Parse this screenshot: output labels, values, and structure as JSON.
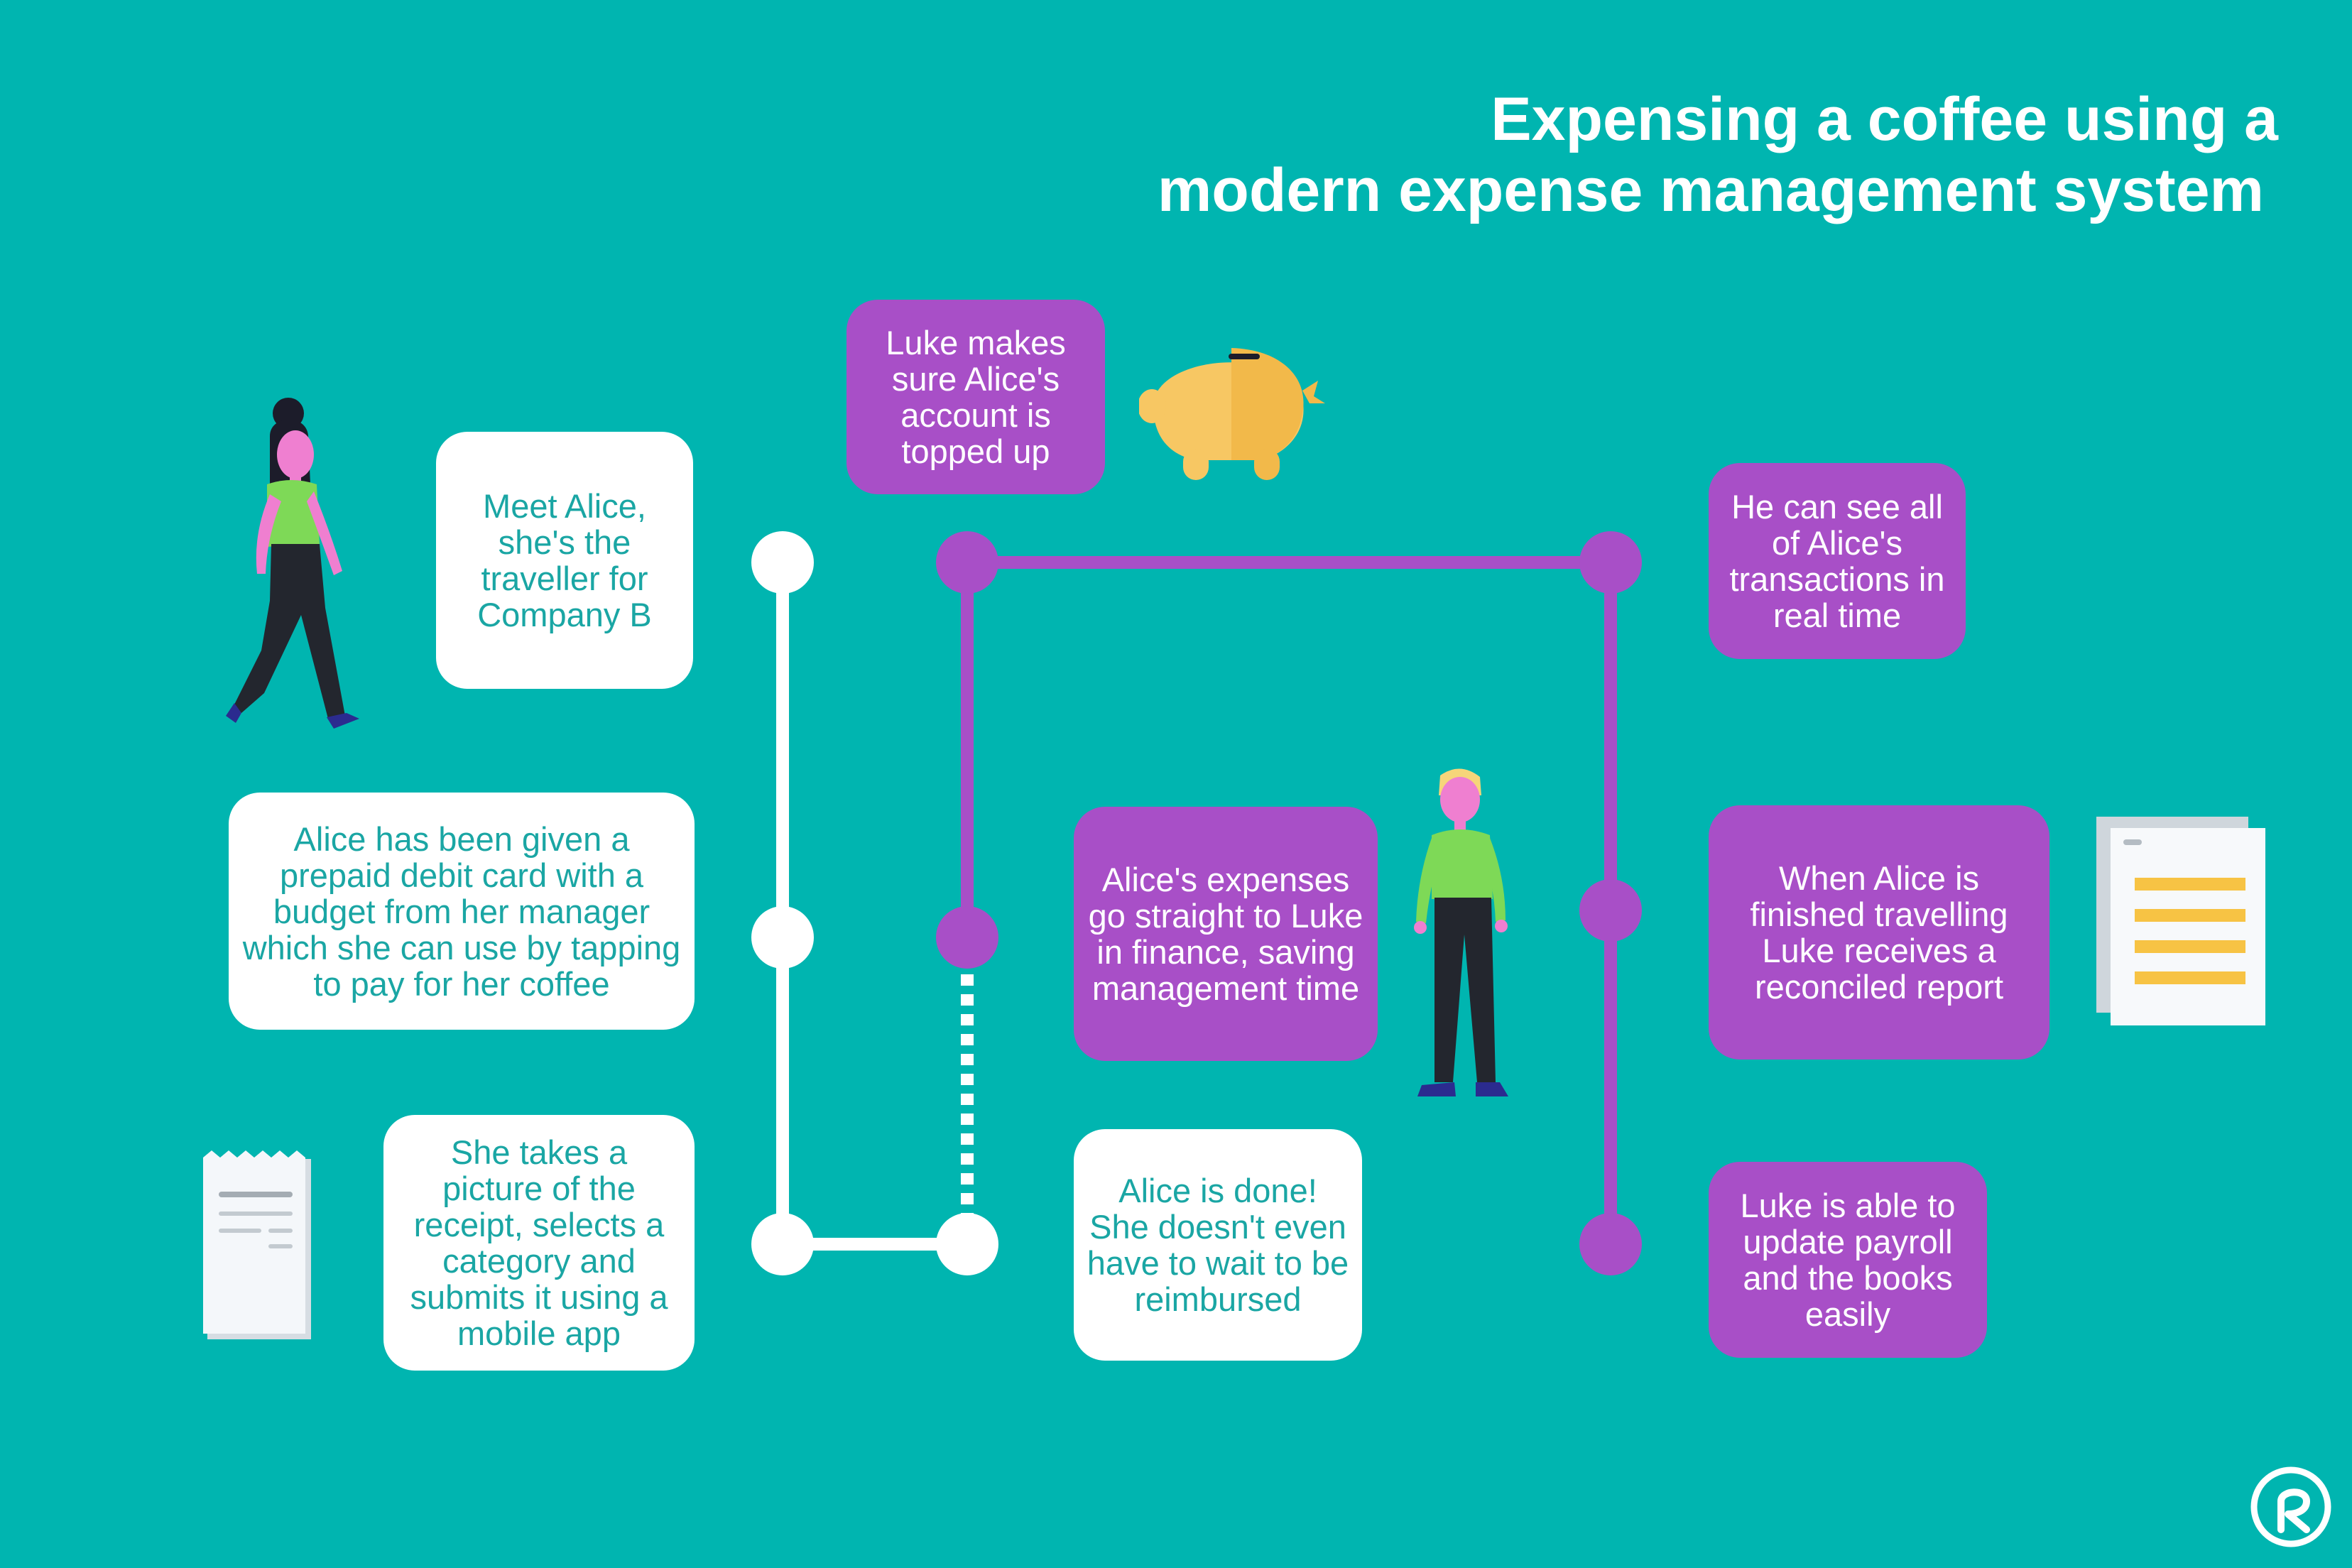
{
  "title": {
    "line1": "Expensing a coffee using a",
    "line2": "modern expense management system"
  },
  "colors": {
    "background": "#00b5b0",
    "card_white": "#ffffff",
    "card_white_text": "#1aa6a4",
    "card_purple": "#a84fc7",
    "card_purple_text": "#ffffff",
    "traveller_line": "#ffffff",
    "finance_line": "#a84fc7"
  },
  "alice_steps": [
    "Meet Alice, she's the traveller for Company B",
    "Alice has been given a prepaid debit card with a budget from her manager which she can use by tapping to pay for her coffee",
    "She takes a picture of the receipt, selects a category and submits it using a mobile app"
  ],
  "finance_steps": [
    "Luke makes sure Alice's account is topped up",
    "Alice's expenses go straight to Luke in finance, saving management time",
    "Alice is done! She doesn't even have to wait to be reimbursed"
  ],
  "luke_steps": [
    "He can see all of Alice's transactions in real time",
    "When Alice is finished travelling Luke receives a reconciled report",
    "Luke is able to update payroll and the books easily"
  ],
  "illustrations": {
    "alice": "woman-walking-icon",
    "luke": "man-standing-icon",
    "savings": "piggy-bank-icon",
    "receipt": "receipt-icon",
    "report": "report-document-icon",
    "brand": "brand-logo-icon"
  }
}
